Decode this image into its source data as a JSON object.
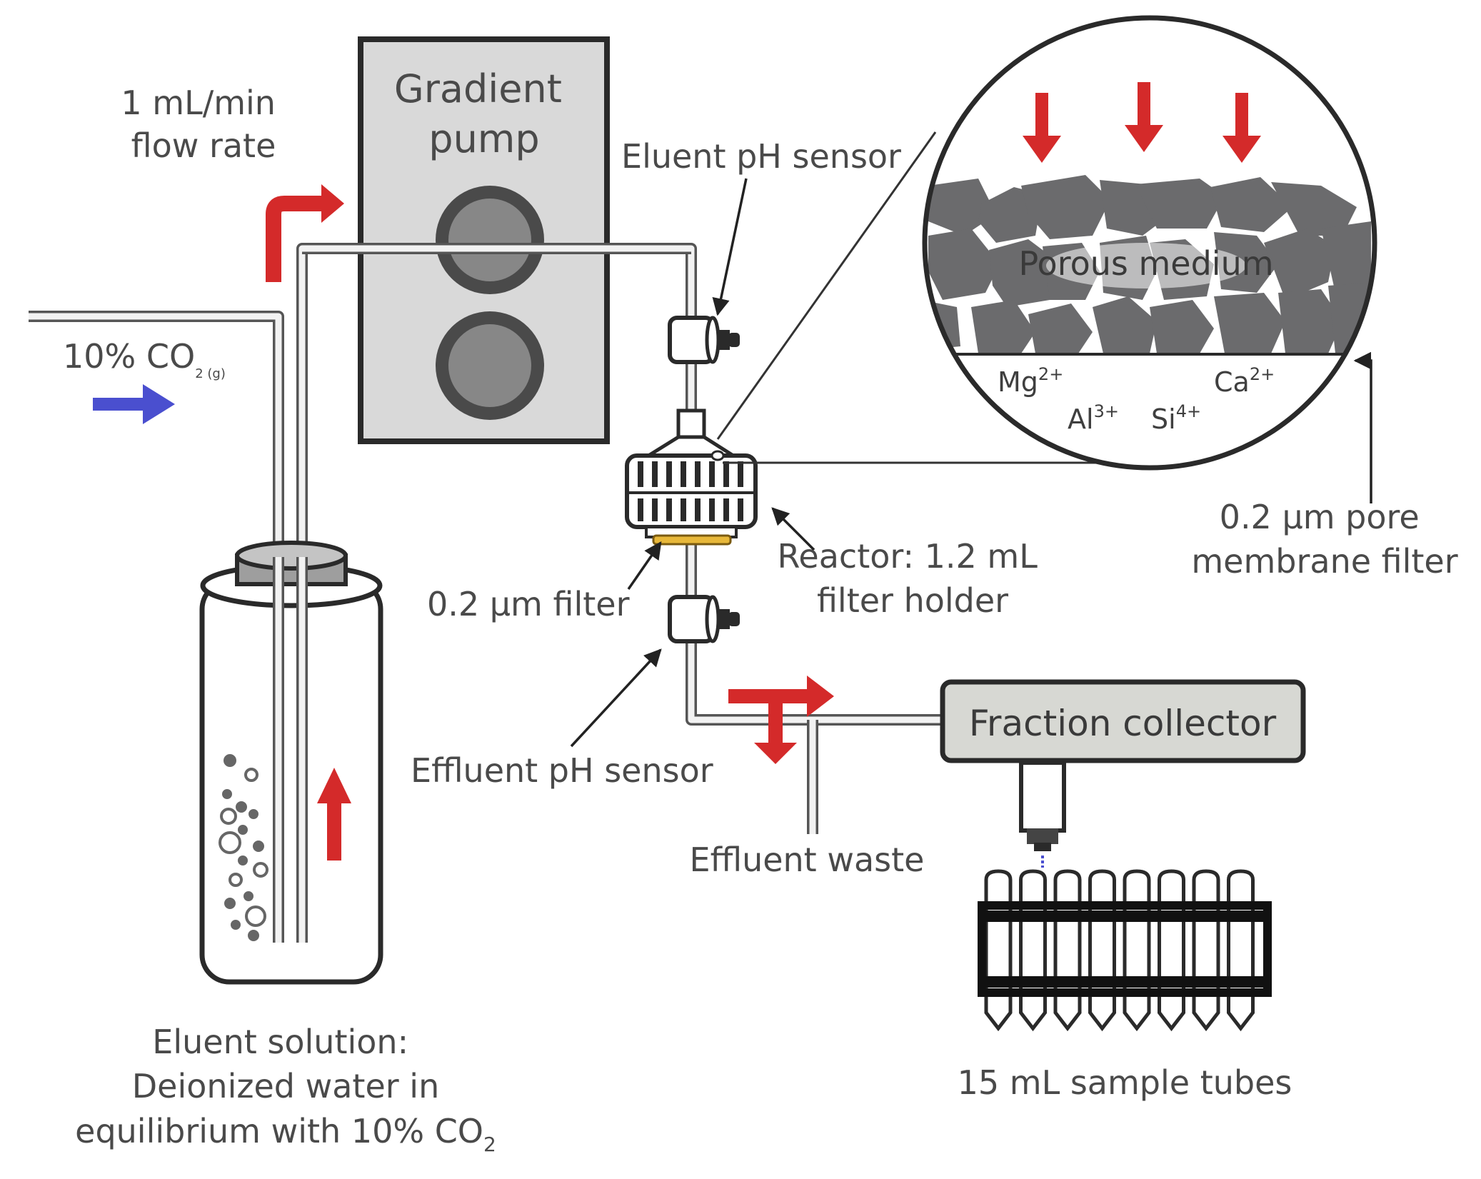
{
  "labels": {
    "flow_rate_line1": "1 mL/min",
    "flow_rate_line2": "flow rate",
    "gradient_pump_line1": "Gradient",
    "gradient_pump_line2": "pump",
    "co2_gas_main": "10% CO",
    "co2_gas_sub": "2 (g)",
    "eluent_ph_sensor": "Eluent pH sensor",
    "porous_medium": "Porous medium",
    "ion_mg": "Mg",
    "ion_mg_charge": "2+",
    "ion_ca": "Ca",
    "ion_ca_charge": "2+",
    "ion_al": "Al",
    "ion_al_charge": "3+",
    "ion_si": "Si",
    "ion_si_charge": "4+",
    "membrane_line1": "0.2 µm pore",
    "membrane_line2": "membrane filter",
    "reactor_line1": "Reactor: 1.2 mL",
    "reactor_line2": "filter holder",
    "filter": "0.2 µm filter",
    "effluent_ph_sensor": "Effluent pH sensor",
    "fraction_collector": "Fraction collector",
    "effluent_waste": "Effluent waste",
    "sample_tubes": "15 mL sample tubes",
    "eluent_line1": "Eluent solution:",
    "eluent_line2": "Deionized water in",
    "eluent_line3_main": "equilibrium with 10% CO",
    "eluent_line3_sub": "2"
  },
  "colors": {
    "flow_arrow": "#d42a2a",
    "gas_arrow": "#4a4fcf",
    "pump_body": "#d9d9d9",
    "collector_body": "#d7d8d3",
    "filter_ring": "#e8b83a",
    "particle": "#6b6b6d"
  }
}
